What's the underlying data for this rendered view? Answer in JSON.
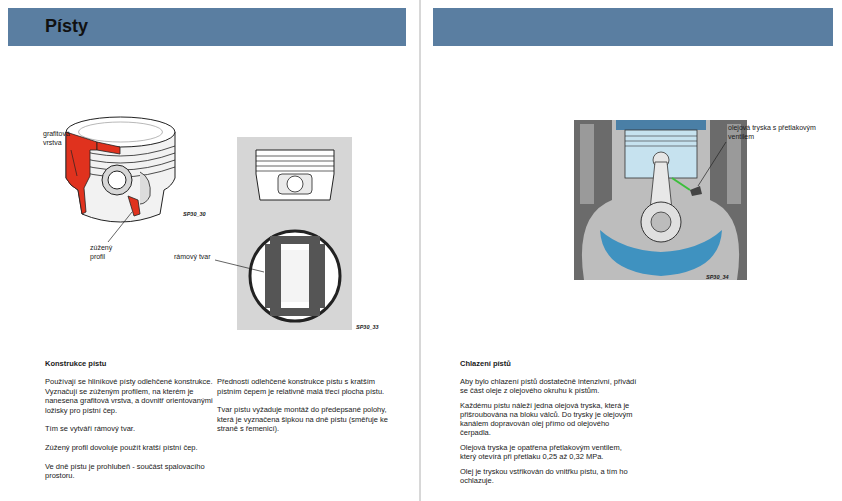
{
  "diagram": {
    "nodes": [
      {
        "text": [
          "Písty"
        ]
      }
    ],
    "labels": [
      "grafitová vrstva",
      "zúžený profil",
      "SP30_30",
      "rámový tvar",
      "SP30_33",
      "Konstrukce pístu",
      "Používají se hliníkové písty odlehčené konstrukce. Vyznačují se zúženým profilem, na kterém je nanesena grafitová vrstva, a dovnitř orientovanými ložisky pro pístní čep.",
      "Tím se vytváří rámový tvar.",
      "Zúžený profil dovoluje použít kratší pístní čep.",
      "Ve dně pístu je prohlubeň - součást spalovacího prostoru.",
      "Předností odlehčené konstrukce pístu s kratším pístním čepem je relativně malá třecí plocha pístu.",
      "Tvar pístu vyžaduje montáž do předepsané polohy, která je vyznačena šipkou na dně pístu (směřuje ke straně s řemenicí).",
      "olejová tryska s přetlakovým ventilem",
      "SP30_34",
      "Chlazení pístů",
      "Aby bylo chlazení pístů dostatečně intenzivní, přivádí se část oleje z olejového okruhu k pístům.",
      "Každému pístu náleží jedna olejová tryska, která je přišroubována na bloku válců. Do trysky je olejovým kanálem dopravován olej přímo od olejového čerpadla.",
      "Olejová tryska je opatřena přetlakovým ventilem, který otevírá při přetlaku 0,25 až 0,32 MPa.",
      "Olej je tryskou vstřikován do vnitřku pístu, a tím ho ochlazuje."
    ]
  }
}
